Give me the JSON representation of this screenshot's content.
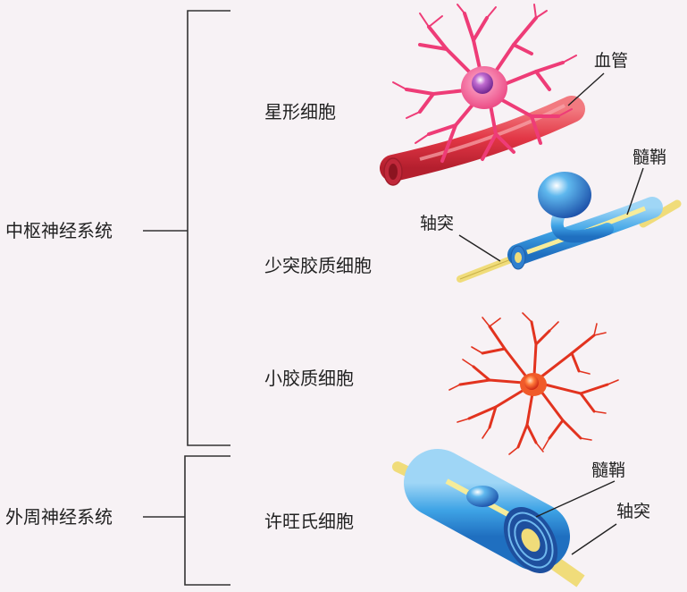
{
  "systems": {
    "cns": "中枢神经系统",
    "pns": "外周神经系统"
  },
  "cells": {
    "astrocyte": "星形细胞",
    "oligodendrocyte": "少突胶质细胞",
    "microglia": "小胶质细胞",
    "schwann": "许旺氏细胞"
  },
  "annotations": {
    "blood_vessel": "血管",
    "myelin_1": "髓鞘",
    "axon_1": "轴突",
    "myelin_2": "髓鞘",
    "axon_2": "轴突"
  },
  "colors": {
    "astrocyte": "#ee3c77",
    "vessel": "#e23645",
    "myelin": "#3fa4e6",
    "axon": "#f0dc7a",
    "microglia": "#e2331f"
  }
}
